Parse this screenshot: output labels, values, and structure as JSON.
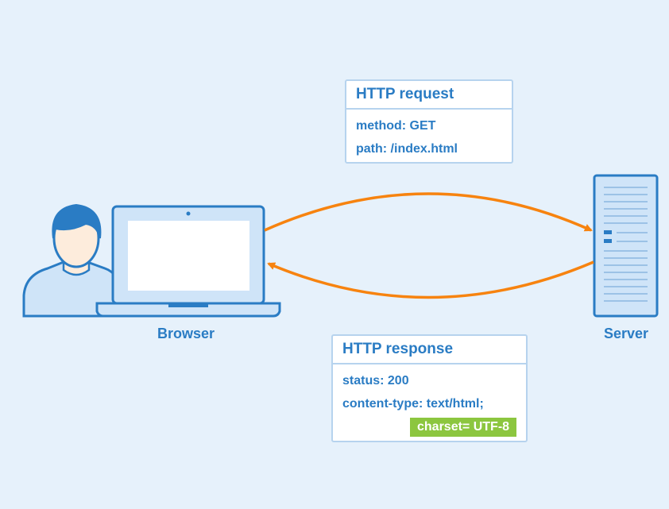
{
  "request": {
    "title": "HTTP request",
    "lines": [
      "method: GET",
      "path: /index.html"
    ]
  },
  "response": {
    "title": "HTTP response",
    "lines": [
      "status: 200",
      "content-type: text/html;"
    ],
    "highlight": "charset= UTF-8"
  },
  "labels": {
    "browser": "Browser",
    "server": "Server"
  },
  "colors": {
    "background": "#e6f1fb",
    "primary": "#2a7cc4",
    "arrow": "#f7830f",
    "highlight": "#8cc63f"
  },
  "icons": [
    "user-icon",
    "laptop-icon",
    "server-icon"
  ]
}
